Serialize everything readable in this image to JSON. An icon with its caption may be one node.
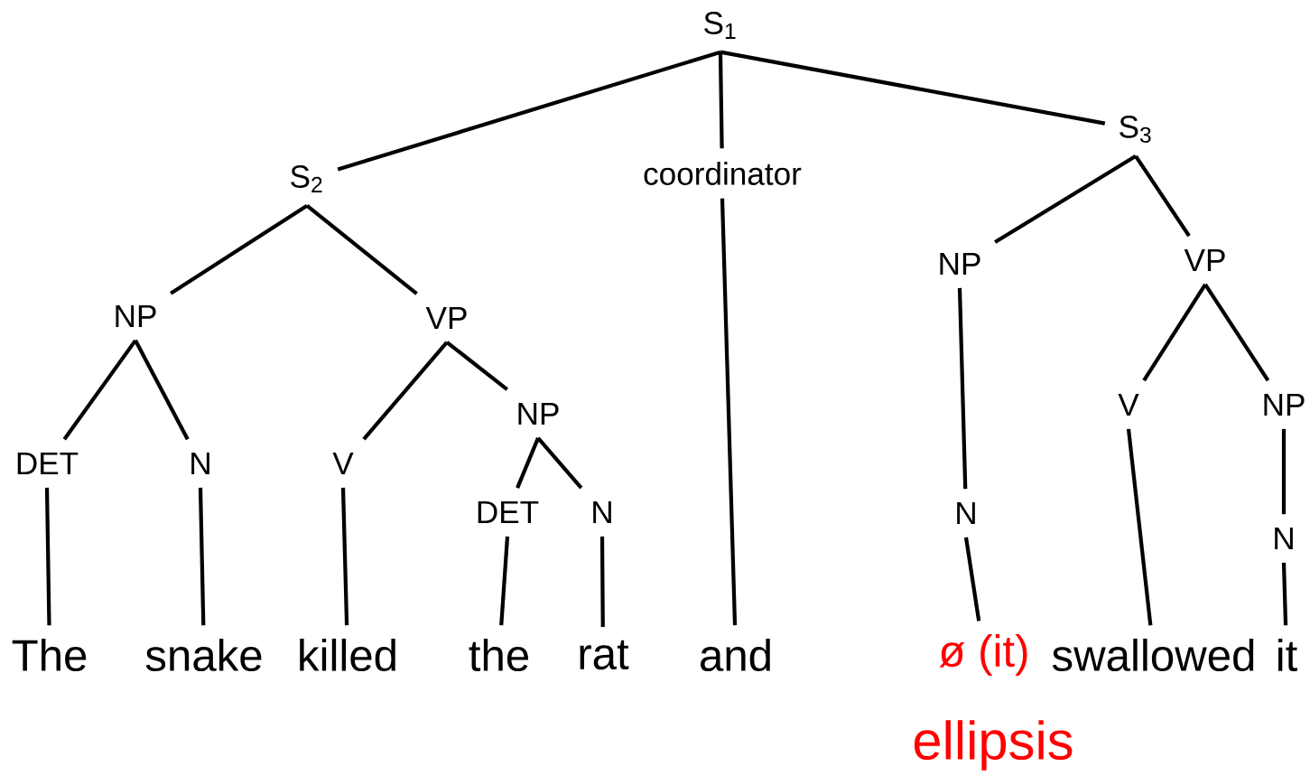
{
  "diagram": {
    "nodes": [
      {
        "text": [
          "S$_{1}$"
        ]
      },
      {
        "text": [
          "S$_{2}$"
        ]
      },
      {
        "text": [
          "coordinator"
        ]
      },
      {
        "text": [
          "S$_{3}$"
        ]
      },
      {
        "text": [
          "NP"
        ]
      },
      {
        "text": [
          "VP"
        ]
      },
      {
        "text": [
          "NP"
        ]
      },
      {
        "text": [
          "VP"
        ]
      },
      {
        "text": [
          "DET"
        ]
      },
      {
        "text": [
          "N"
        ]
      },
      {
        "text": [
          "V"
        ]
      },
      {
        "text": [
          "NP"
        ]
      },
      {
        "text": [
          "V"
        ]
      },
      {
        "text": [
          "NP"
        ]
      },
      {
        "text": [
          "DET"
        ]
      },
      {
        "text": [
          "N"
        ]
      },
      {
        "text": [
          "N"
        ]
      },
      {
        "text": [
          "N"
        ]
      },
      {
        "text": [
          "The"
        ]
      },
      {
        "text": [
          "snake"
        ]
      },
      {
        "text": [
          "killed"
        ]
      },
      {
        "text": [
          "the"
        ]
      },
      {
        "text": [
          "rat"
        ]
      },
      {
        "text": [
          "and"
        ]
      },
      {
        "text": [
          "ø (it)"
        ]
      },
      {
        "text": [
          "swallowed"
        ]
      },
      {
        "text": [
          "it"
        ]
      }
    ],
    "edges": [
      {
        "from": 0,
        "to": 1,
        "arrow": "none"
      },
      {
        "from": 0,
        "to": 2,
        "arrow": "none"
      },
      {
        "from": 0,
        "to": 3,
        "arrow": "none"
      },
      {
        "from": 1,
        "to": 4,
        "arrow": "none"
      },
      {
        "from": 1,
        "to": 5,
        "arrow": "none"
      },
      {
        "from": 3,
        "to": 6,
        "arrow": "none"
      },
      {
        "from": 3,
        "to": 7,
        "arrow": "none"
      },
      {
        "from": 4,
        "to": 8,
        "arrow": "none"
      },
      {
        "from": 4,
        "to": 9,
        "arrow": "none"
      },
      {
        "from": 5,
        "to": 10,
        "arrow": "none"
      },
      {
        "from": 5,
        "to": 11,
        "arrow": "none"
      },
      {
        "from": 7,
        "to": 12,
        "arrow": "none"
      },
      {
        "from": 7,
        "to": 13,
        "arrow": "none"
      },
      {
        "from": 11,
        "to": 14,
        "arrow": "none"
      },
      {
        "from": 11,
        "to": 15,
        "arrow": "none"
      },
      {
        "from": 6,
        "to": 16,
        "arrow": "none"
      },
      {
        "from": 13,
        "to": 17,
        "arrow": "none"
      },
      {
        "from": 8,
        "to": 18,
        "arrow": "none"
      },
      {
        "from": 9,
        "to": 19,
        "arrow": "none"
      },
      {
        "from": 10,
        "to": 20,
        "arrow": "none"
      },
      {
        "from": 14,
        "to": 21,
        "arrow": "none"
      },
      {
        "from": 15,
        "to": 22,
        "arrow": "none"
      },
      {
        "from": 2,
        "to": 23,
        "arrow": "none"
      },
      {
        "from": 16,
        "to": 24,
        "arrow": "none"
      },
      {
        "from": 12,
        "to": 25,
        "arrow": "none"
      },
      {
        "from": 17,
        "to": 26,
        "arrow": "none"
      }
    ],
    "labels": [
      "ellipsis"
    ]
  }
}
